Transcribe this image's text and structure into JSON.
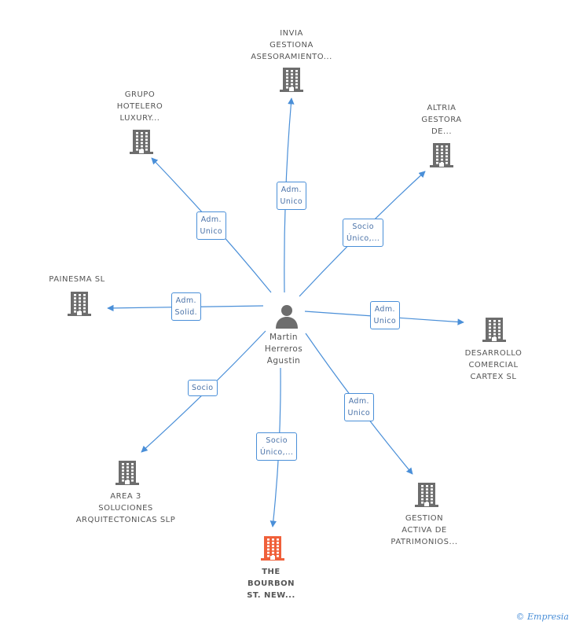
{
  "center": {
    "label": "Martin\nHerreros\nAgustin",
    "icon": "person-icon"
  },
  "nodes": [
    {
      "id": "invia",
      "label": "INVIA\nGESTIONA\nASESORAMIENTO...",
      "icon": "building-icon",
      "highlight": false,
      "edge_label": "Adm.\nUnico"
    },
    {
      "id": "grupo",
      "label": "GRUPO\nHOTELERO\nLUXURY...",
      "icon": "building-icon",
      "highlight": false,
      "edge_label": "Adm.\nUnico"
    },
    {
      "id": "altria",
      "label": "ALTRIA\nGESTORA\nDE...",
      "icon": "building-icon",
      "highlight": false,
      "edge_label": "Socio\nÚnico,..."
    },
    {
      "id": "painesma",
      "label": "PAINESMA  SL",
      "icon": "building-icon",
      "highlight": false,
      "edge_label": "Adm.\nSolid."
    },
    {
      "id": "desarrollo",
      "label": "DESARROLLO\nCOMERCIAL\nCARTEX SL",
      "icon": "building-icon",
      "highlight": false,
      "edge_label": "Adm.\nUnico"
    },
    {
      "id": "area3",
      "label": "AREA 3\nSOLUCIONES\nARQUITECTONICAS SLP",
      "icon": "building-icon",
      "highlight": false,
      "edge_label": "Socio"
    },
    {
      "id": "gestion",
      "label": "GESTION\nACTIVA DE\nPATRIMONIOS...",
      "icon": "building-icon",
      "highlight": false,
      "edge_label": "Adm.\nUnico"
    },
    {
      "id": "bourbon",
      "label": "THE\nBOURBON\nST.  NEW...",
      "icon": "building-icon",
      "highlight": true,
      "edge_label": "Socio\nÚnico,..."
    }
  ],
  "colors": {
    "edge": "#4a8fd8",
    "building": "#6d6d6d",
    "building_highlight": "#f0603a",
    "person": "#6d6d6d"
  },
  "copyright": {
    "symbol": "©",
    "brand": "Empresia"
  }
}
